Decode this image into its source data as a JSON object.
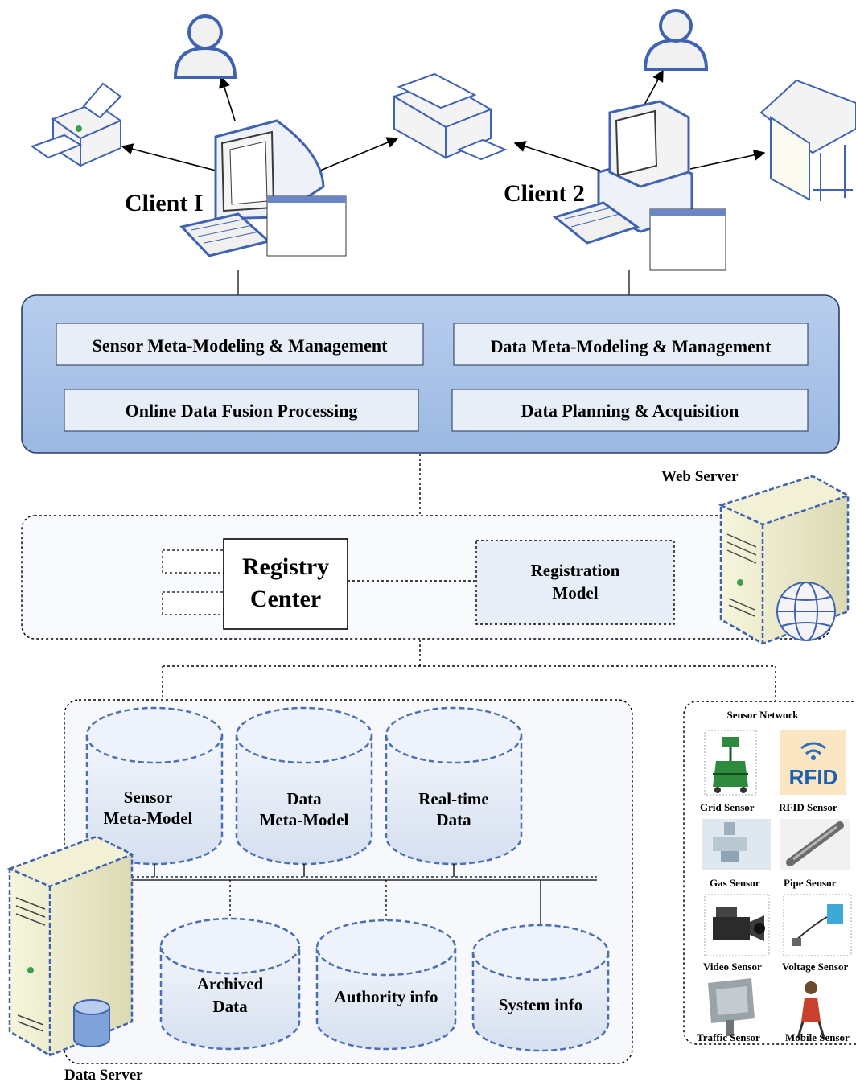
{
  "clients": {
    "client1_label": "Client I",
    "client2_label": "Client 2"
  },
  "web_server": {
    "label": "Web Server",
    "modules": [
      "Sensor Meta-Modeling & Management",
      "Data Meta-Modeling & Management",
      "Online Data Fusion Processing",
      "Data Planning & Acquisition"
    ]
  },
  "registry": {
    "center_line1": "Registry",
    "center_line2": "Center",
    "model_line1": "Registration",
    "model_line2": "Model"
  },
  "data_server": {
    "label": "Data Server",
    "databases_top": [
      {
        "line1": "Sensor",
        "line2": "Meta-Model"
      },
      {
        "line1": "Data",
        "line2": "Meta-Model"
      },
      {
        "line1": "Real-time",
        "line2": "Data"
      }
    ],
    "databases_bottom": [
      {
        "line1": "Archived",
        "line2": "Data"
      },
      {
        "line1": "Authority info",
        "line2": ""
      },
      {
        "line1": "System info",
        "line2": ""
      }
    ]
  },
  "sensor_network": {
    "title": "Sensor Network",
    "rfid_text": "RFID",
    "sensors": [
      "Grid Sensor",
      "RFID Sensor",
      "Gas Sensor",
      "Pipe Sensor",
      "Video Sensor",
      "Voltage Sensor",
      "Traffic Sensor",
      "Mobile Sensor"
    ]
  },
  "colors": {
    "panel_fill": "#a9c4e8",
    "module_fill": "#e8eef8",
    "cylinder_fill": "#dde7f5",
    "dashed_blue": "#4a6fb5",
    "server_fill": "#ecebc8"
  }
}
